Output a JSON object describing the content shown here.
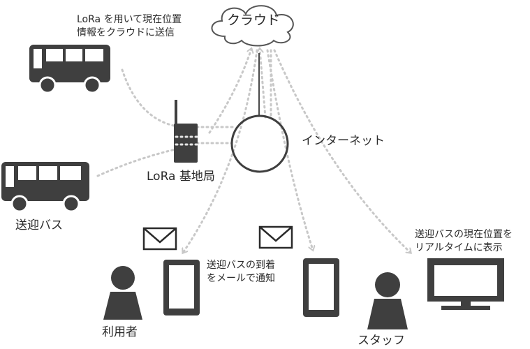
{
  "diagram": {
    "cloud_label": "クラウド",
    "bus_send_note_line1": "LoRa を用いて現在位置",
    "bus_send_note_line2": "情報をクラウドに送信",
    "internet_label": "インターネット",
    "base_station_label": "LoRa 基地局",
    "bus_label": "送迎バス",
    "arrival_note_line1": "送迎バスの到着",
    "arrival_note_line2": "をメールで通知",
    "realtime_note_line1": "送迎バスの現在位置を",
    "realtime_note_line2": "リアルタイムに表示",
    "user_label": "利用者",
    "staff_label": "スタッフ"
  },
  "colors": {
    "icon": "#3f3f3f",
    "dotted_line": "#c8c8c8",
    "solid_line": "#4a4a4a"
  }
}
